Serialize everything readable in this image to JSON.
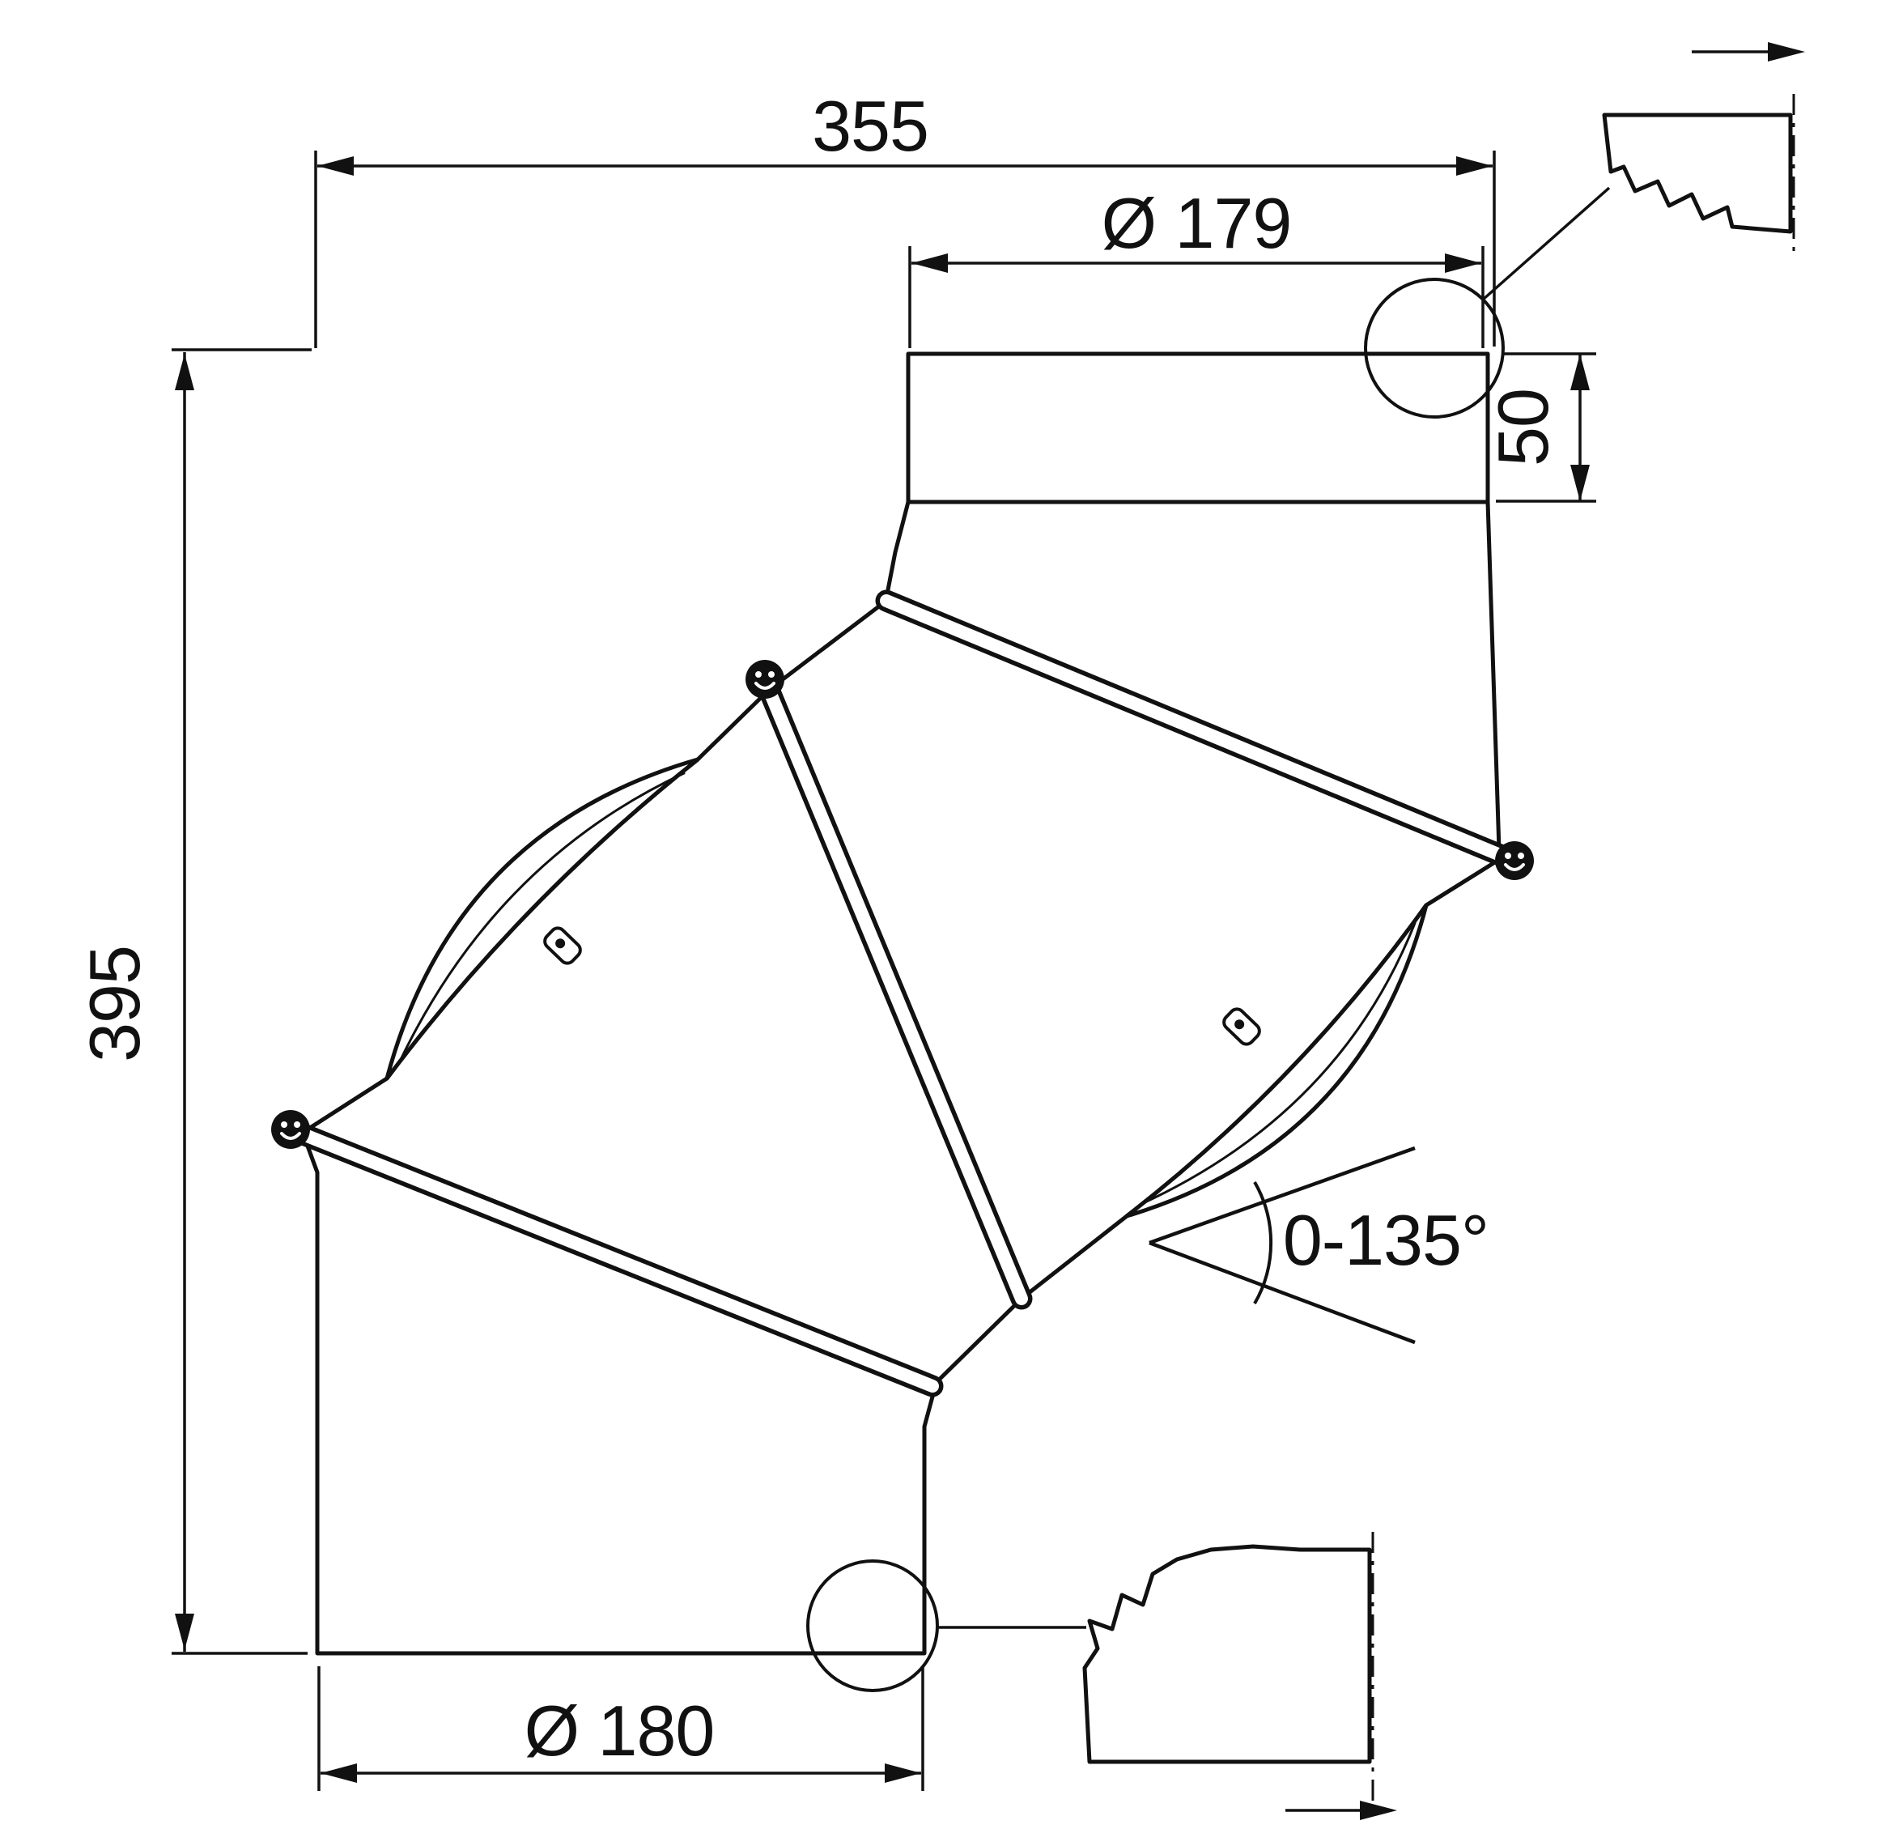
{
  "drawing": {
    "dimensions": {
      "overall_width": "355",
      "outlet_diameter": "Ø 179",
      "collar_length": "50",
      "overall_height": "395",
      "inlet_diameter": "Ø 180",
      "adjustment_angle": "0-135°"
    },
    "colors": {
      "line": "#111111",
      "background": "#ffffff"
    }
  }
}
